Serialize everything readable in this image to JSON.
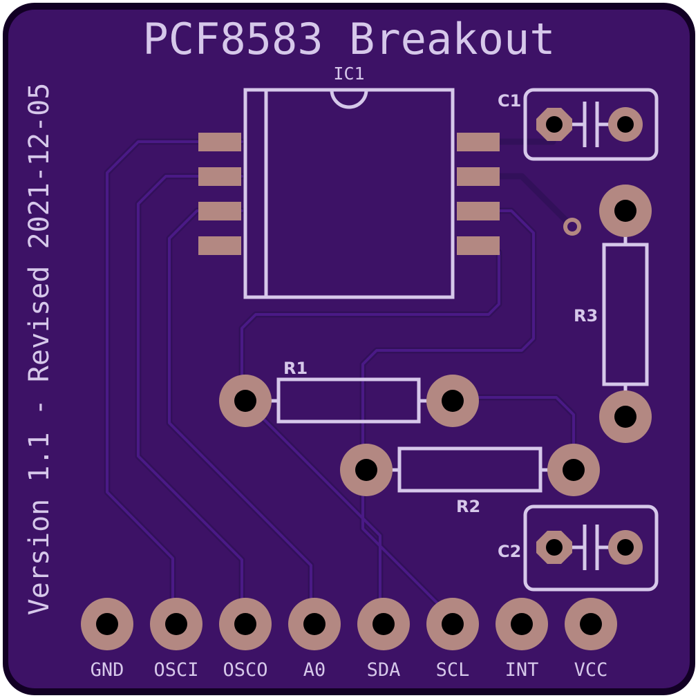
{
  "board": {
    "title": "PCF8583 Breakout",
    "version": "Version 1.1 - Revised 2021-12-05",
    "colors": {
      "substrate": "#3d1266",
      "outline": "#120024",
      "silkscreen": "#d6c8ea",
      "copper": "#b38882",
      "trace": "#32105a"
    }
  },
  "components": {
    "ic1": "IC1",
    "c1": "C1",
    "c2": "C2",
    "r1": "R1",
    "r2": "R2",
    "r3": "R3"
  },
  "header_pins": [
    "GND",
    "OSCI",
    "OSCO",
    "A0",
    "SDA",
    "SCL",
    "INT",
    "VCC"
  ]
}
